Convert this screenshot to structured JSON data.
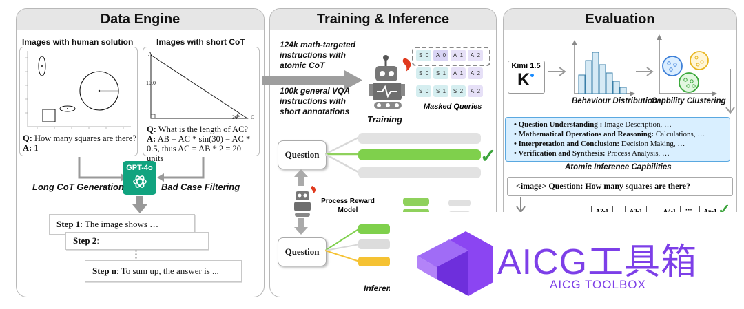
{
  "data_engine": {
    "title": "Data Engine",
    "human_solution_label": "Images with human solution",
    "short_cot_label": "Images with short CoT",
    "q1_q": "Q:",
    "q1_question": "How many squares are there?",
    "q1_a": "A:",
    "q1_answer": "1",
    "q2_q": "Q:",
    "q2_question": "What is the length of AC?",
    "q2_a": "A:",
    "q2_answer": "AB = AC * sin(30) = AC * 0.5, thus AC = AB * 2 = 20 units",
    "triangle_vertex_a": "A",
    "triangle_vertex_c": "C",
    "triangle_side": "10.0",
    "triangle_angle": "30°",
    "gpt_label": "GPT-4o",
    "long_cot": "Long CoT Generation",
    "bad_case": "Bad Case Filtering",
    "steps": [
      {
        "bold": "Step 1",
        "text": ": The image shows …"
      },
      {
        "bold": "Step 2",
        "text": ":"
      },
      {
        "bold": "Step n",
        "text": ": To sum up, the answer is ..."
      }
    ],
    "vdots": "⋮"
  },
  "training": {
    "title": "Training & Inference",
    "math_instr": "124k math-targeted instructions with atomic CoT",
    "vqa_instr": "100k general VQA instructions with short annotations",
    "training_label": "Training",
    "masked_queries": "Masked Queries",
    "masked_tokens": [
      [
        "S_0",
        "A_0",
        "A_1",
        "A_2"
      ],
      [
        "S_0",
        "S_1",
        "A_1",
        "A_2"
      ],
      [
        "S_0",
        "S_1",
        "S_2",
        "A_2"
      ]
    ],
    "question_top": "Question",
    "question_bottom": "Question",
    "prm_label": "Process Reward Model",
    "inference_label": "Inference",
    "checkmark": "✓"
  },
  "evaluation": {
    "title": "Evaluation",
    "kimi_label": "Kimi 1.5",
    "kimi_letter": "K",
    "behaviour": "Behaviour Distribution",
    "clustering": "Capbility Clustering",
    "capabilities": [
      {
        "bold": "Question Understanding :",
        "text": " Image Description, …"
      },
      {
        "bold": "Mathematical Operations and Reasoning:",
        "text": " Calculations, …"
      },
      {
        "bold": "Interpretation and Conclusion:",
        "text": " Decision Making, …"
      },
      {
        "bold": "Verification and Synthesis:",
        "text": " Process Analysis, …"
      }
    ],
    "atomic_caption": "Atomic Inference Capbilities",
    "eval_question": "<image>  Question: How many squares are there?",
    "step_nodes": [
      "A2-1",
      "A3-1",
      "A4-1",
      "···",
      "An-1"
    ],
    "histogram": [
      0.45,
      0.8,
      1.0,
      0.7,
      0.5,
      0.3,
      0.15
    ],
    "checkmark": "✓"
  },
  "watermark": {
    "title": "AICG工具箱",
    "subtitle": "AICG TOOLBOX"
  }
}
